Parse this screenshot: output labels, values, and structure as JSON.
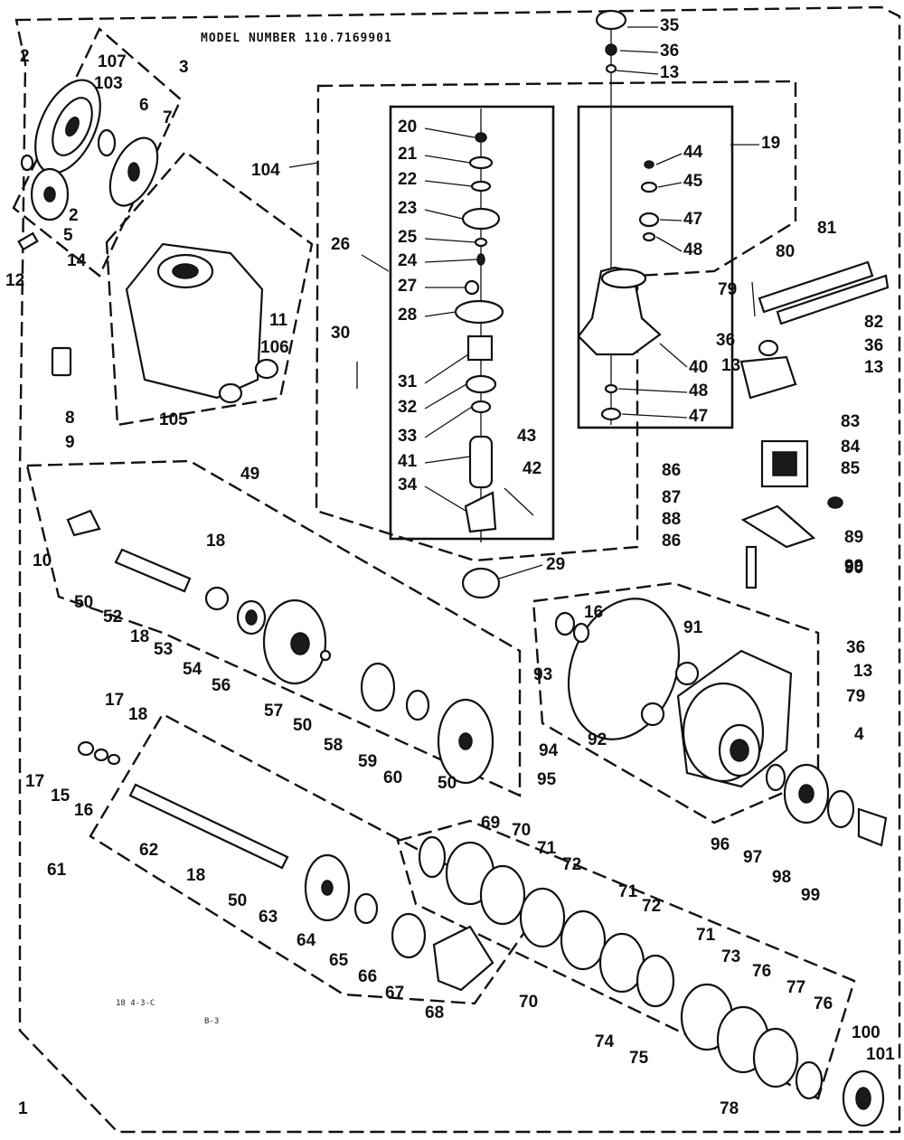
{
  "header": {
    "model_number": "MODEL NUMBER 110.7169901",
    "code_left": "18 4-3-C",
    "code_right": "B-3"
  },
  "labels": {
    "l1": "1",
    "l2": "2",
    "l2b": "2",
    "l3": "3",
    "l4": "4",
    "l5": "5",
    "l6": "6",
    "l7": "7",
    "l8": "8",
    "l9": "9",
    "l10": "10",
    "l11": "11",
    "l12": "12",
    "l13a": "13",
    "l13b": "13",
    "l13c": "13",
    "l13d": "13",
    "l14": "14",
    "l15": "15",
    "l16a": "16",
    "l16b": "16",
    "l17a": "17",
    "l17b": "17",
    "l18a": "18",
    "l18b": "18",
    "l18c": "18",
    "l18d": "18",
    "l19": "19",
    "l20": "20",
    "l21": "21",
    "l22": "22",
    "l23": "23",
    "l24": "24",
    "l25": "25",
    "l26": "26",
    "l27": "27",
    "l28": "28",
    "l29": "29",
    "l30": "30",
    "l31": "31",
    "l32": "32",
    "l33": "33",
    "l34": "34",
    "l35": "35",
    "l36a": "36",
    "l36b": "36",
    "l36c": "36",
    "l36d": "36",
    "l40": "40",
    "l41": "41",
    "l42": "42",
    "l43": "43",
    "l44": "44",
    "l45": "45",
    "l47a": "47",
    "l47b": "47",
    "l48a": "48",
    "l48b": "48",
    "l49": "49",
    "l50a": "50",
    "l50b": "50",
    "l50c": "50",
    "l50d": "50",
    "l52": "52",
    "l53": "53",
    "l54": "54",
    "l56": "56",
    "l57": "57",
    "l58": "58",
    "l59": "59",
    "l60": "60",
    "l61": "61",
    "l62": "62",
    "l63": "63",
    "l64": "64",
    "l65": "65",
    "l66": "66",
    "l67": "67",
    "l68": "68",
    "l69": "69",
    "l70a": "70",
    "l70b": "70",
    "l71a": "71",
    "l71b": "71",
    "l71c": "71",
    "l72a": "72",
    "l72b": "72",
    "l73": "73",
    "l74": "74",
    "l75": "75",
    "l76a": "76",
    "l76b": "76",
    "l77": "77",
    "l78": "78",
    "l79a": "79",
    "l79b": "79",
    "l80": "80",
    "l81": "81",
    "l82": "82",
    "l83": "83",
    "l84": "84",
    "l85": "85",
    "l86a": "86",
    "l86b": "86",
    "l87": "87",
    "l88": "88",
    "l89": "89",
    "l90": "90",
    "l91": "91",
    "l92": "92",
    "l93": "93",
    "l94": "94",
    "l95": "95",
    "l96": "96",
    "l97": "97",
    "l98": "98",
    "l99a": "99",
    "l99b": "99",
    "l100": "100",
    "l101": "101",
    "l103": "103",
    "l104": "104",
    "l105": "105",
    "l106": "106",
    "l107": "107"
  }
}
